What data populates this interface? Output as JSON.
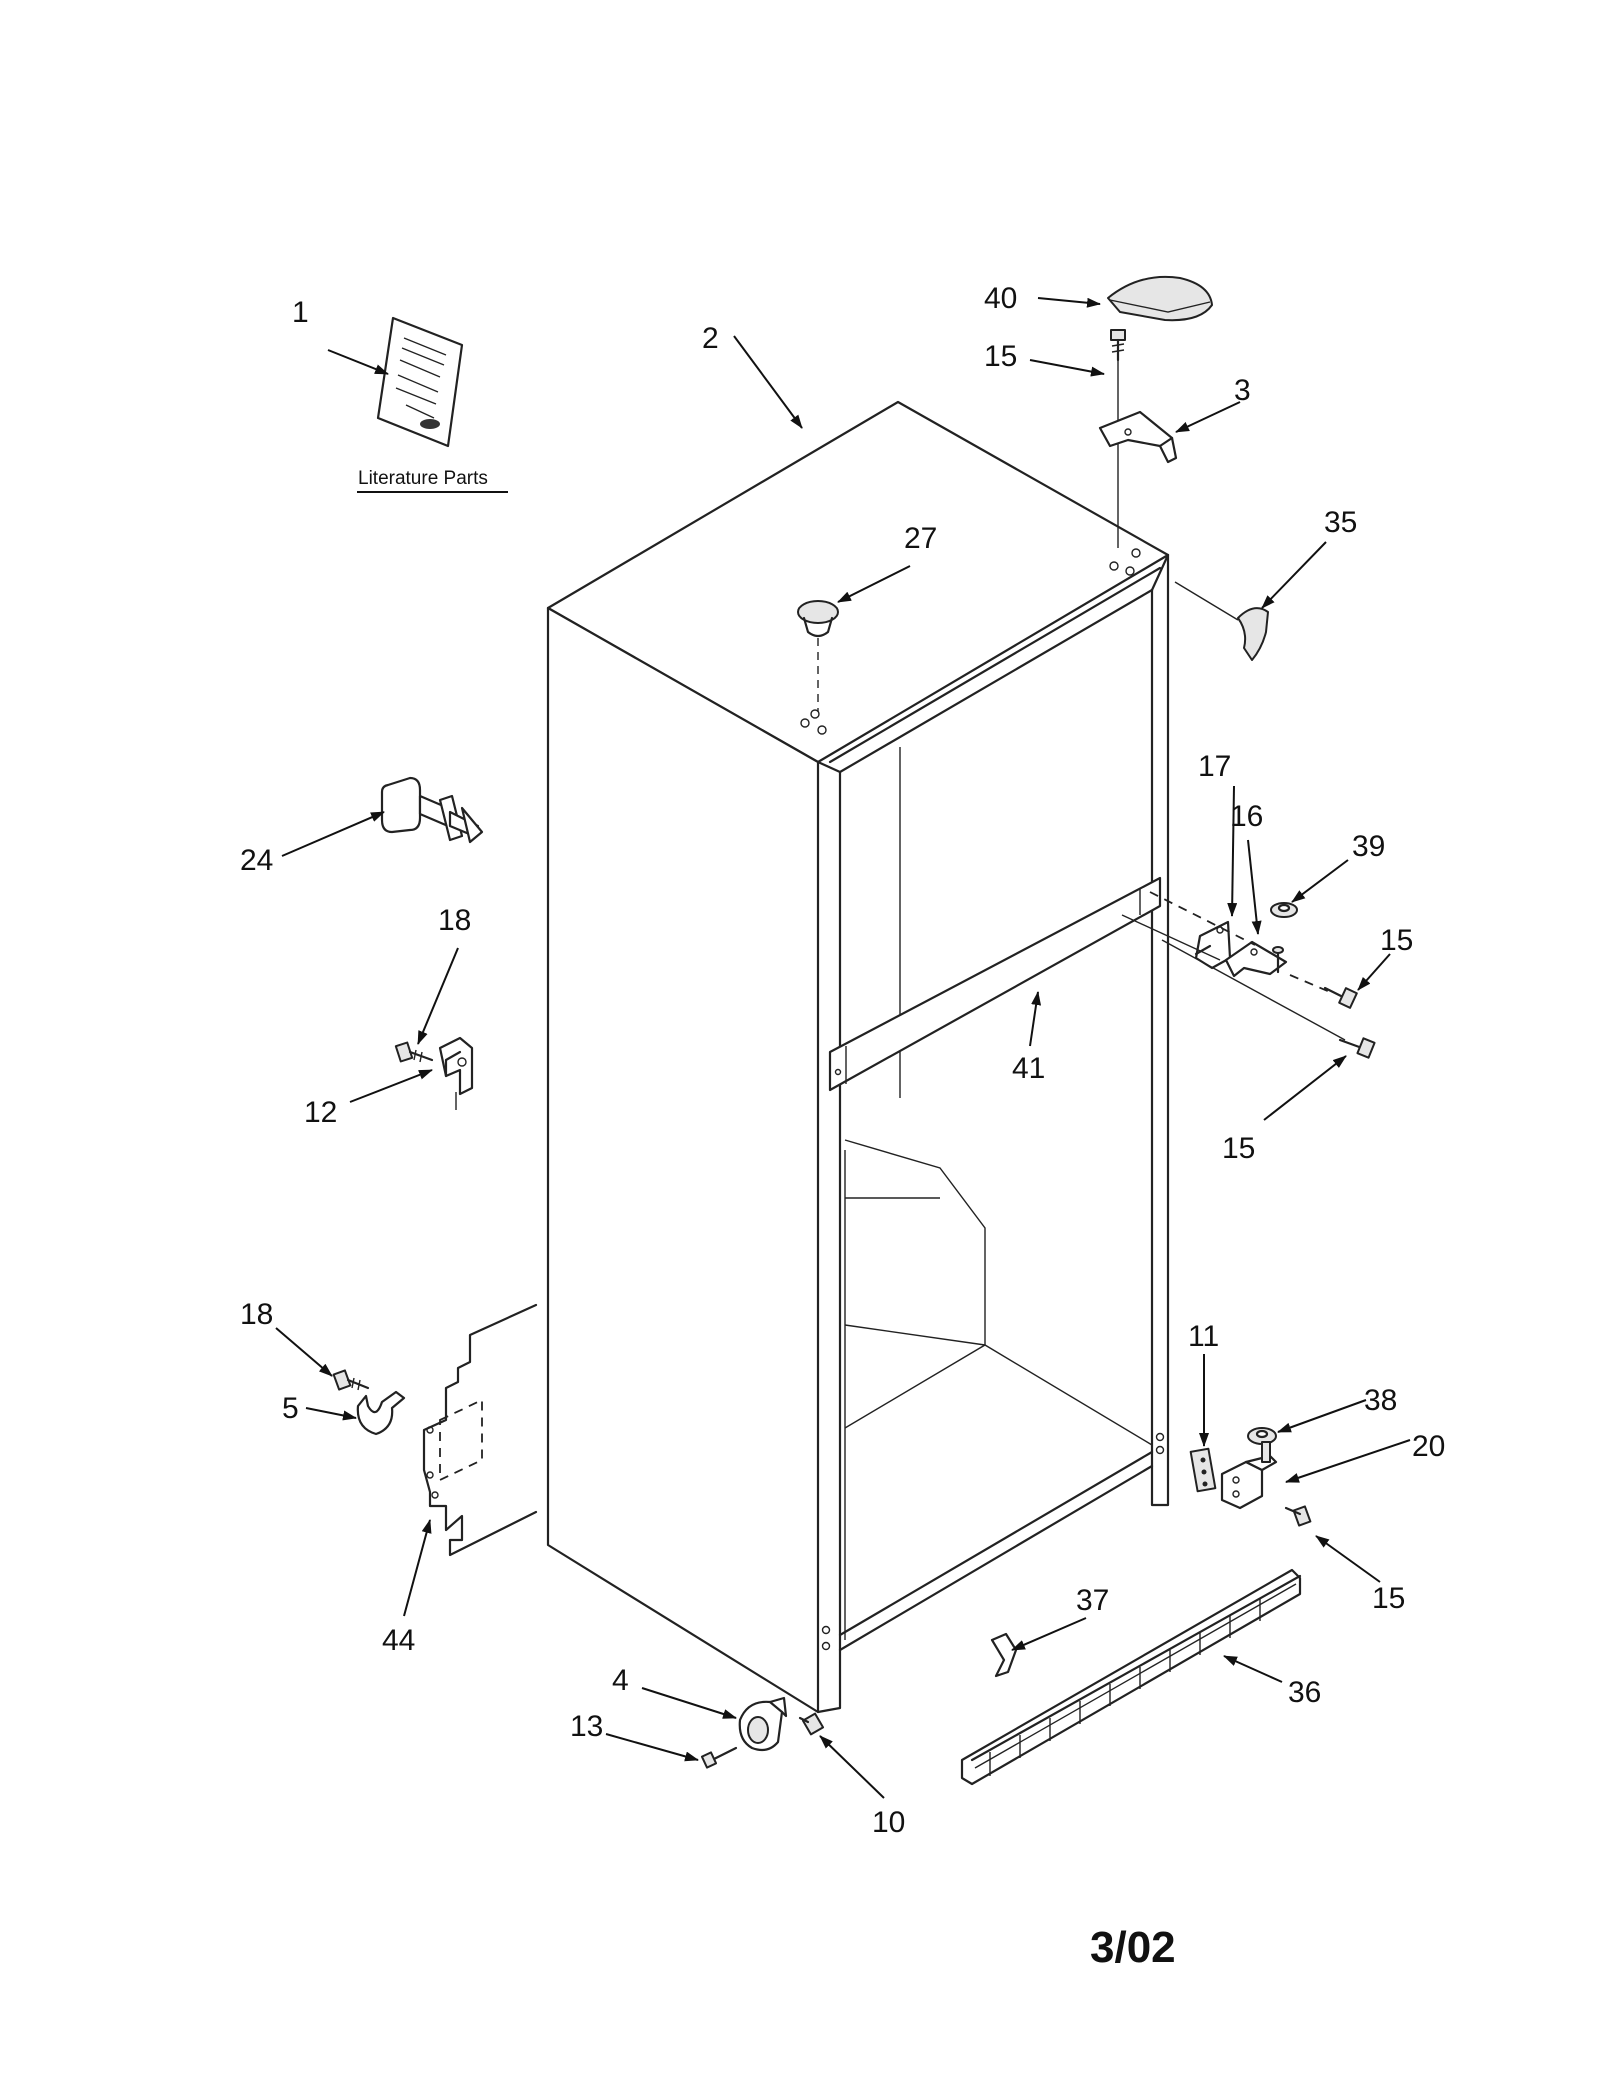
{
  "literature_label": "Literature Parts",
  "date_code": "3/02",
  "callouts": {
    "c1": "1",
    "c2": "2",
    "c3": "3",
    "c4": "4",
    "c5": "5",
    "c10": "10",
    "c11": "11",
    "c12": "12",
    "c13": "13",
    "c15a": "15",
    "c15b": "15",
    "c15c": "15",
    "c15d": "15",
    "c16": "16",
    "c17": "17",
    "c18a": "18",
    "c18b": "18",
    "c20": "20",
    "c24": "24",
    "c27": "27",
    "c35": "35",
    "c36": "36",
    "c37": "37",
    "c38": "38",
    "c39": "39",
    "c40": "40",
    "c41": "41",
    "c44": "44"
  }
}
